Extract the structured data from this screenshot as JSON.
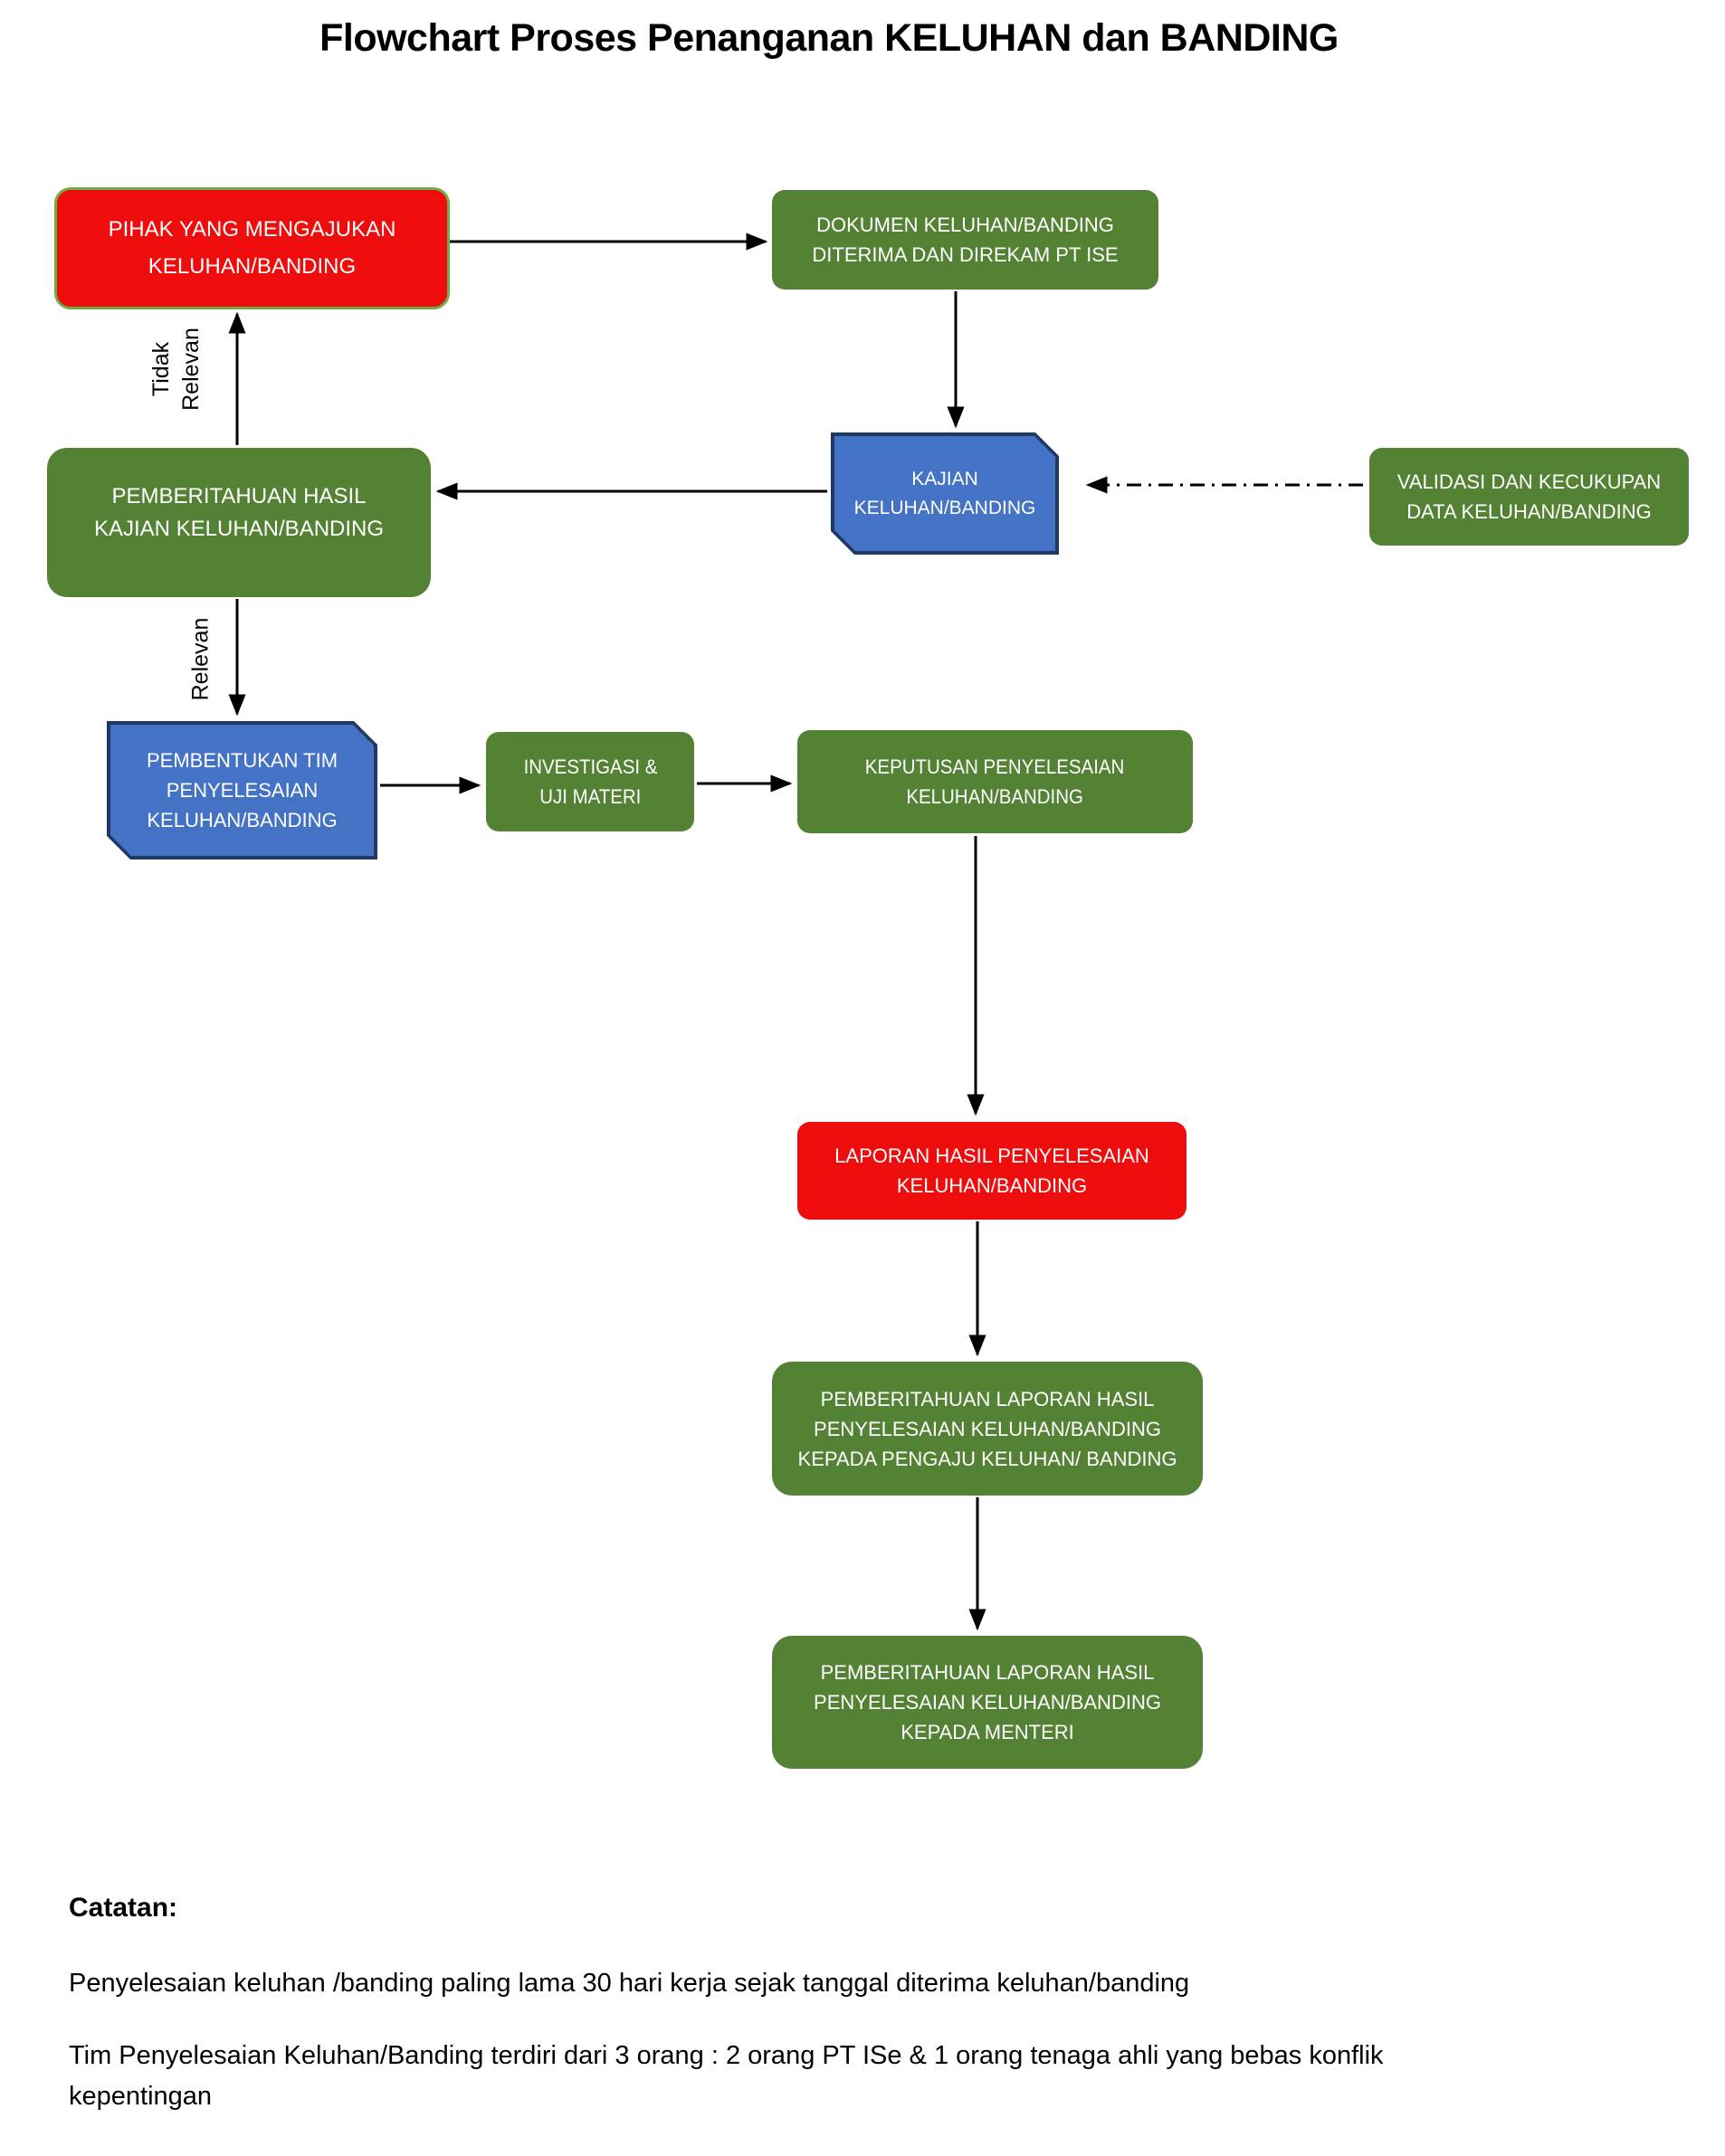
{
  "title": "Flowchart Proses Penanganan KELUHAN dan BANDING",
  "colors": {
    "red": "#EE0C0C",
    "green": "#548235",
    "green_border": "#70AD47",
    "blue": "#4472C4",
    "blue_border": "#1F3864",
    "arrow": "#000000"
  },
  "nodes": {
    "pihak": {
      "line1": "PIHAK YANG MENGAJUKAN",
      "line2": "KELUHAN/BANDING"
    },
    "dokumen": {
      "line1": "DOKUMEN KELUHAN/BANDING",
      "line2": "DITERIMA DAN DIREKAM PT ISE"
    },
    "kajian": {
      "line1": "KAJIAN",
      "line2": "KELUHAN/BANDING"
    },
    "validasi": {
      "line1": "VALIDASI DAN KECUKUPAN",
      "line2": "DATA KELUHAN/BANDING"
    },
    "pemberitahuan": {
      "line1": "PEMBERITAHUAN HASIL",
      "line2": "KAJIAN KELUHAN/BANDING"
    },
    "pembentukan": {
      "line1": "PEMBENTUKAN TIM",
      "line2": "PENYELESAIAN",
      "line3": "KELUHAN/BANDING"
    },
    "investigasi": {
      "line1": "INVESTIGASI &",
      "line2": "UJI MATERI"
    },
    "keputusan": {
      "line1": "KEPUTUSAN PENYELESAIAN",
      "line2": "KELUHAN/BANDING"
    },
    "laporan": {
      "line1": "LAPORAN HASIL PENYELESAIAN",
      "line2": "KELUHAN/BANDING"
    },
    "pengaju": {
      "line1": "PEMBERITAHUAN LAPORAN HASIL",
      "line2": "PENYELESAIAN KELUHAN/BANDING",
      "line3": "KEPADA PENGAJU KELUHAN/ BANDING"
    },
    "menteri": {
      "line1": "PEMBERITAHUAN LAPORAN HASIL",
      "line2": "PENYELESAIAN KELUHAN/BANDING",
      "line3": "KEPADA MENTERI"
    }
  },
  "edge_labels": {
    "tidak_relevan": [
      "Tidak",
      "Relevan"
    ],
    "relevan": "Relevan"
  },
  "notes": {
    "heading": "Catatan:",
    "line1": "Penyelesaian keluhan /banding paling lama 30 hari kerja sejak tanggal diterima keluhan/banding",
    "line2": "Tim Penyelesaian Keluhan/Banding terdiri dari 3 orang : 2 orang PT ISe & 1 orang  tenaga ahli yang bebas konflik",
    "line3": "kepentingan"
  }
}
